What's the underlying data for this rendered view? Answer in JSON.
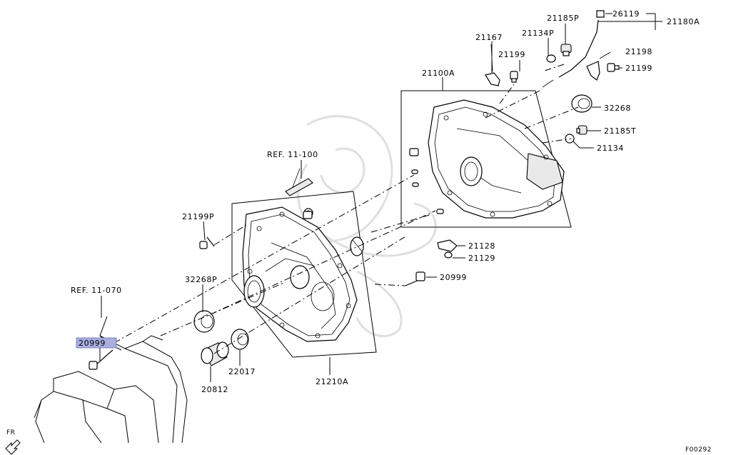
{
  "diagram": {
    "figure_code": "F00292",
    "orientation_label": "FR",
    "accent_color": "#a9aee0",
    "references": {
      "ref_top": "REF. 11-100",
      "ref_left": "REF. 11-070"
    },
    "part_numbers": {
      "p26119": "26119",
      "p21180a": "21180A",
      "p21185p": "21185P",
      "p21167": "21167",
      "p21134p": "21134P",
      "p21199a": "21199",
      "p21198": "21198",
      "p21199b": "21199",
      "p21100a": "21100A",
      "p32268": "32268",
      "p21185t": "21185T",
      "p21134": "21134",
      "p21199p": "21199P",
      "p21128": "21128",
      "p21129": "21129",
      "p32268p": "32268P",
      "p20999a": "20999",
      "p20999b": "20999",
      "p22017": "22017",
      "p20812": "20812",
      "p21210a": "21210A"
    }
  }
}
